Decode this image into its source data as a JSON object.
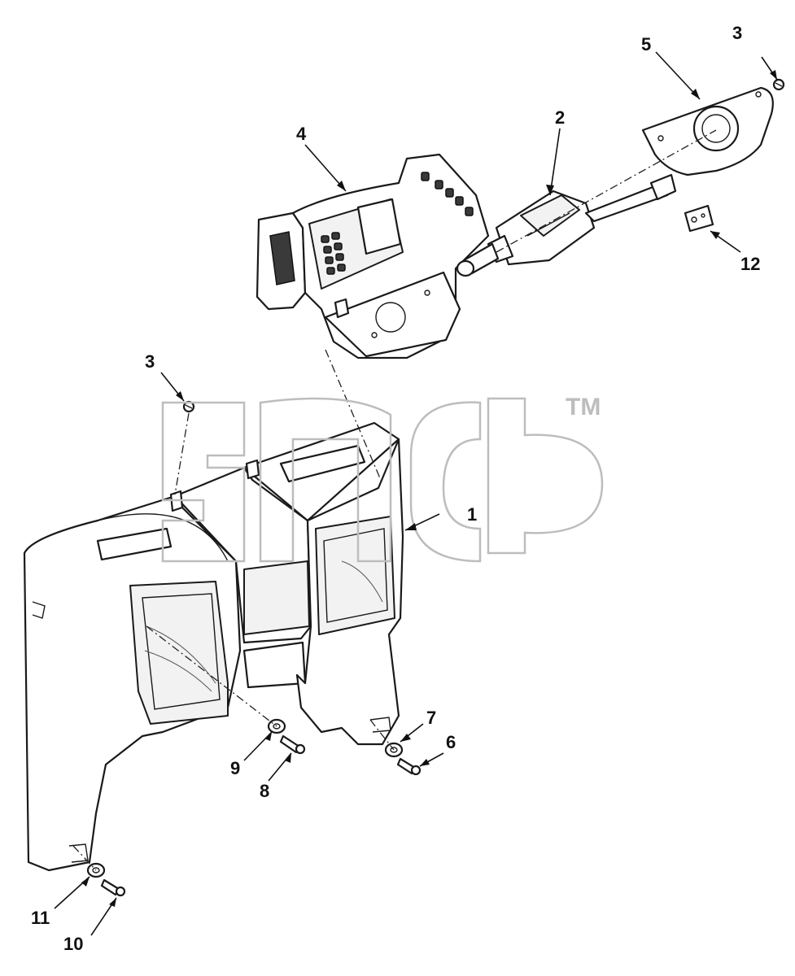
{
  "callouts": {
    "c1": "1",
    "c2": "2",
    "c3a": "3",
    "c3b": "3",
    "c4": "4",
    "c5": "5",
    "c6": "6",
    "c7": "7",
    "c8": "8",
    "c9": "9",
    "c10": "10",
    "c11": "11",
    "c12": "12"
  },
  "watermark": {
    "tm": "TM"
  },
  "colors": {
    "line": "#1a1a1a",
    "background": "#ffffff",
    "watermark": "#bdbdbd"
  }
}
